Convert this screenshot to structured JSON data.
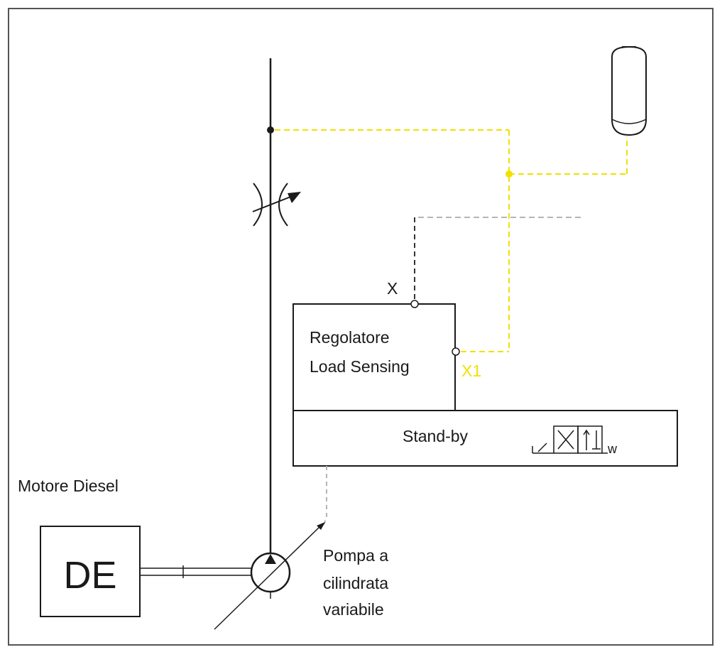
{
  "labels": {
    "motore_diesel": "Motore Diesel",
    "de": "DE",
    "pompa_line1": "Pompa a",
    "pompa_line2": "cilindrata",
    "pompa_line3": "variabile",
    "regolatore_line1": "Regolatore",
    "regolatore_line2": "Load Sensing",
    "standby": "Stand-by",
    "port_x": "X",
    "port_x1": "X1",
    "spring_w": "w"
  },
  "colors": {
    "line": "#1a1a1a",
    "pilot_yellow": "#f2e000",
    "drain_gray": "#b5b5b5",
    "dashed_dark": "#333333"
  }
}
